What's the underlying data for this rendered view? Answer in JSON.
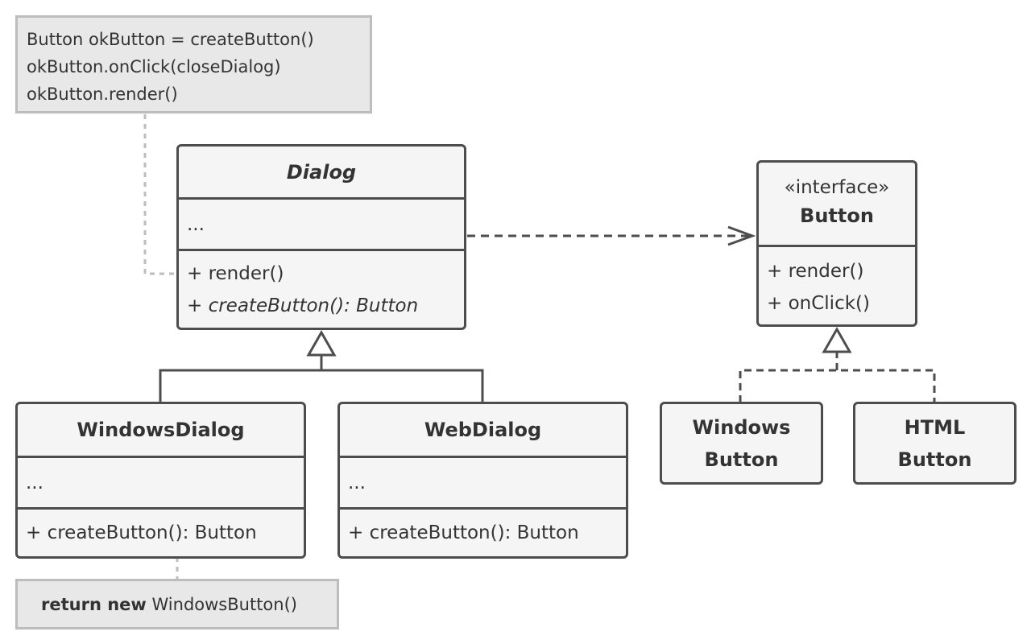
{
  "notes": {
    "dialog_render": {
      "lines": [
        "Button okButton = createButton()",
        "okButton.onClick(closeDialog)",
        "okButton.render()"
      ]
    },
    "windows_dialog": {
      "keyword": "return new",
      "text": "WindowsButton()"
    }
  },
  "classes": {
    "dialog": {
      "name": "Dialog",
      "fields": "...",
      "methods": [
        "+ render()",
        "+ createButton(): Button"
      ]
    },
    "button": {
      "stereotype": "«interface»",
      "name": "Button",
      "methods": [
        "+ render()",
        "+ onClick()"
      ]
    },
    "windows_dialog": {
      "name": "WindowsDialog",
      "fields": "...",
      "methods": [
        "+ createButton(): Button"
      ]
    },
    "web_dialog": {
      "name": "WebDialog",
      "fields": "...",
      "methods": [
        "+ createButton(): Button"
      ]
    },
    "windows_button": {
      "name_lines": [
        "Windows",
        "Button"
      ]
    },
    "html_button": {
      "name_lines": [
        "HTML",
        "Button"
      ]
    }
  },
  "colors": {
    "border": "#4d4d4d",
    "box_fill": "#f5f5f5",
    "note_fill": "#e8e8e8",
    "note_border": "#bdbdbd"
  }
}
